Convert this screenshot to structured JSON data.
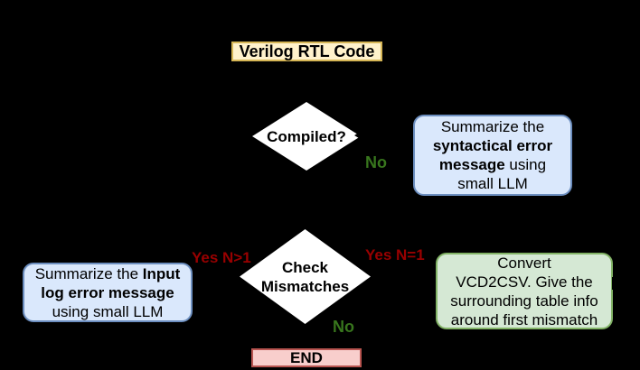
{
  "palette": {
    "background": "#000000",
    "start_fill": "#FFF2CC",
    "start_stroke": "#D6B656",
    "summary_fill": "#DAE8FC",
    "summary_stroke": "#6C8EBF",
    "convert_fill": "#D5E8D4",
    "convert_stroke": "#82B366",
    "end_fill": "#F8CECC",
    "end_stroke": "#B85450",
    "diamond_fill": "#FFFFFF",
    "yes_label_color": "#990000",
    "no_label_color": "#38761D"
  },
  "nodes": {
    "start": {
      "label": "Verilog RTL Code"
    },
    "decision_compiled": {
      "label": "Compiled?"
    },
    "decision_mismatches": {
      "line1": "Check",
      "line2": "Mismatches"
    },
    "summarize_syntactical": {
      "l1": "Summarize the",
      "l2_bold": "syntactical error",
      "l3_bold": "message",
      "l3_rest": " using",
      "l4": "small LLM"
    },
    "summarize_input": {
      "l1": "Summarize the ",
      "l1_bold": "Input",
      "l2_bold": "log error message",
      "l3": "using small LLM"
    },
    "convert_vcd2csv": {
      "l1": "Convert",
      "l2": "VCD2CSV. Give the",
      "l3": "surrounding table info",
      "l4": "around first mismatch"
    },
    "end": {
      "label": "END"
    }
  },
  "edge_labels": {
    "compiled_no": "No",
    "mismatch_yes_gt1": "Yes N>1",
    "mismatch_yes_eq1": "Yes N=1",
    "mismatch_no": "No"
  }
}
